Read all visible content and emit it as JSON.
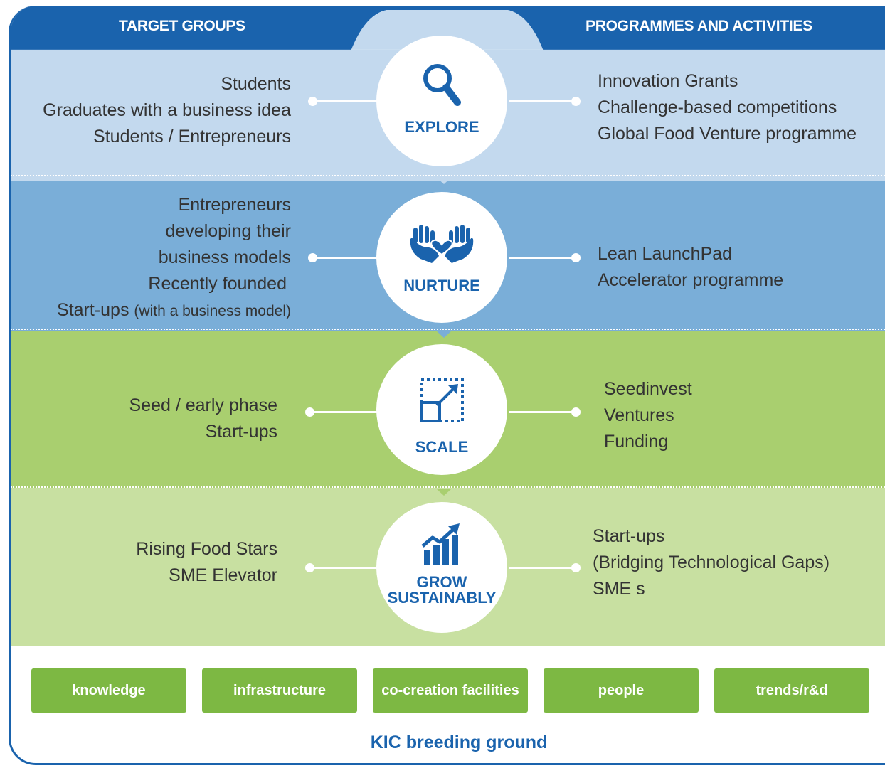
{
  "header": {
    "left_title": "TARGET GROUPS",
    "right_title": "PROGRAMMES AND ACTIVITIES"
  },
  "stages": [
    {
      "name": "EXPLORE",
      "icon": "magnifier-icon",
      "target_groups": [
        "Students",
        "Graduates with a business idea",
        "Students / Entrepreneurs"
      ],
      "programmes": [
        "Innovation Grants",
        "Challenge-based competitions",
        "Global Food Venture programme"
      ]
    },
    {
      "name": "NURTURE",
      "icon": "hands-heart-icon",
      "target_groups": [
        "Entrepreneurs",
        "developing their",
        "business models",
        "Recently founded",
        "Start-ups",
        "(with a business model)"
      ],
      "programmes": [
        "Lean LaunchPad",
        "Accelerator programme"
      ]
    },
    {
      "name": "SCALE",
      "icon": "resize-arrow-icon",
      "target_groups": [
        "Seed / early phase",
        "Start-ups"
      ],
      "programmes": [
        "Seedinvest",
        "Ventures",
        "Funding"
      ]
    },
    {
      "name_line1": "GROW",
      "name_line2": "SUSTAINABLY",
      "icon": "growth-chart-icon",
      "target_groups": [
        "Rising Food Stars",
        "SME Elevator"
      ],
      "programmes": [
        "Start-ups",
        "(Bridging Technological Gaps)",
        "SME s"
      ]
    }
  ],
  "breeding_ground": {
    "items": [
      "knowledge",
      "infrastructure",
      "co-creation facilities",
      "people",
      "trends/r&d"
    ],
    "caption": "KIC breeding ground"
  },
  "colors": {
    "header_blue": "#1a63ad",
    "explore_band": "#c3d9ee",
    "nurture_band": "#7aaed8",
    "scale_band": "#a9cf6f",
    "grow_band": "#c8e0a1",
    "footer_green": "#7db843"
  }
}
